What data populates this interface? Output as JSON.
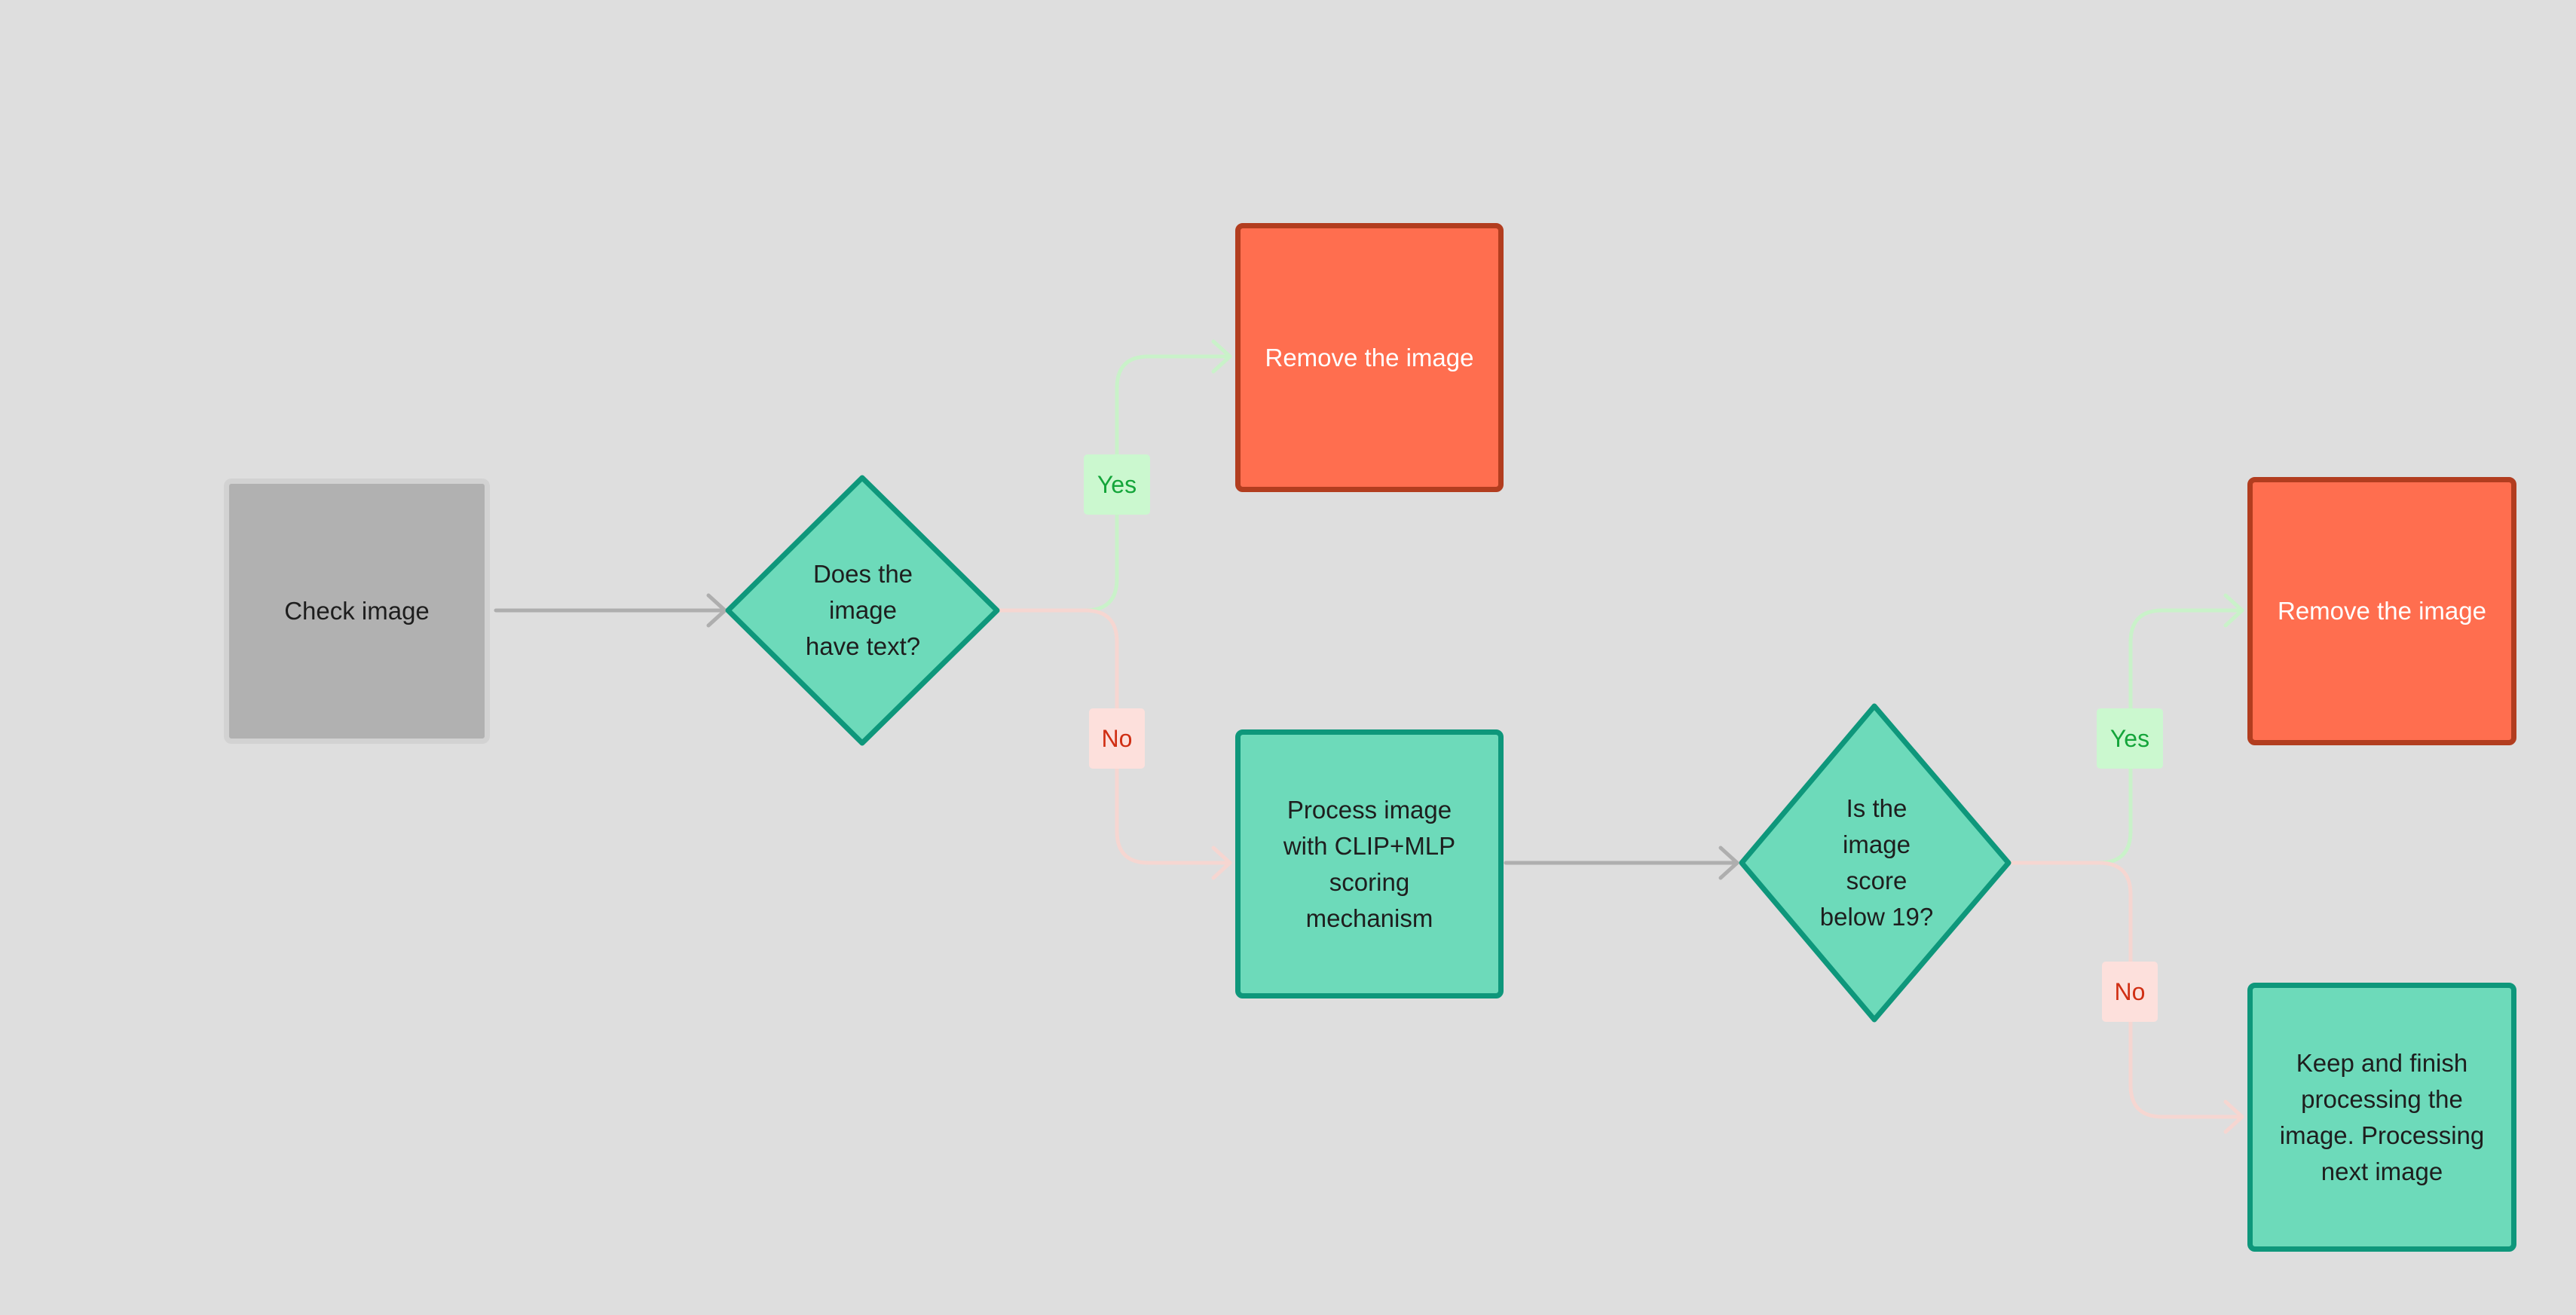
{
  "diagram": {
    "nodes": {
      "check_image": "Check image",
      "has_text": "Does the\nimage\nhave text?",
      "remove_1": "Remove the image",
      "process_clip": "Process image\nwith CLIP+MLP\nscoring\nmechanism",
      "score_below": "Is the\nimage\nscore\nbelow 19?",
      "remove_2": "Remove the image",
      "keep_finish": "Keep and finish\nprocessing the\nimage. Processing\nnext image"
    },
    "edges": {
      "has_text_yes": "Yes",
      "has_text_no": "No",
      "score_yes": "Yes",
      "score_no": "No"
    },
    "colors": {
      "background": "#dedede",
      "start_fill": "#b1b1b1",
      "remove_fill": "#ff6e4f",
      "remove_border": "#b23d1f",
      "process_fill": "#6ddaba",
      "process_border": "#0e977b",
      "yes_line": "#c9f2c9",
      "no_line": "#f6d6d1",
      "neutral_line": "#aeaeae"
    }
  }
}
